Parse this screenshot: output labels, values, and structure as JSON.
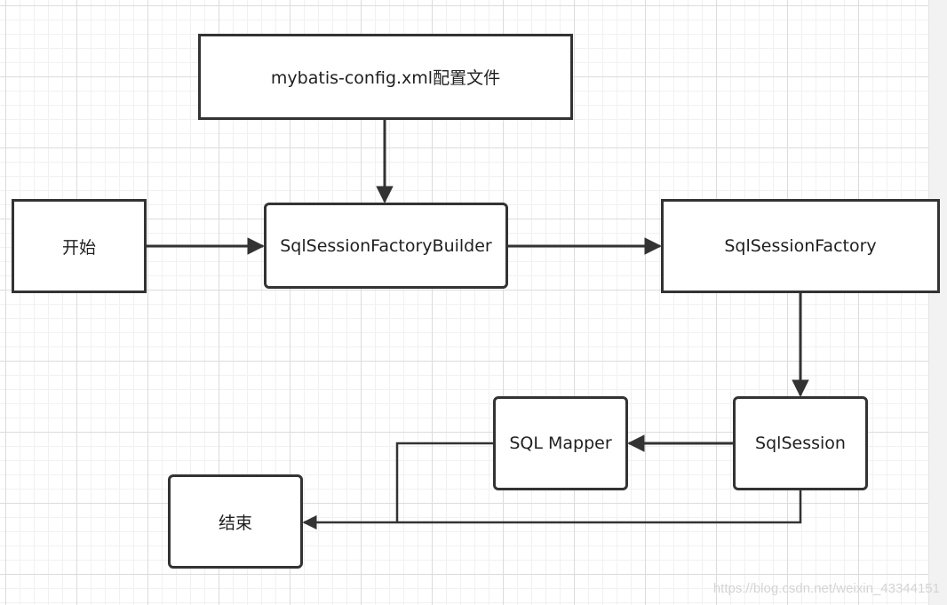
{
  "nodes": {
    "config": "mybatis-config.xml配置文件",
    "start": "开始",
    "builder": "SqlSessionFactoryBuilder",
    "factory": "SqlSessionFactory",
    "mapper": "SQL Mapper",
    "session": "SqlSession",
    "end": "结束"
  },
  "watermark": "https://blog.csdn.net/weixin_43344151",
  "colors": {
    "stroke": "#333333",
    "grid": "#dcdcdc",
    "background": "#ffffff"
  }
}
